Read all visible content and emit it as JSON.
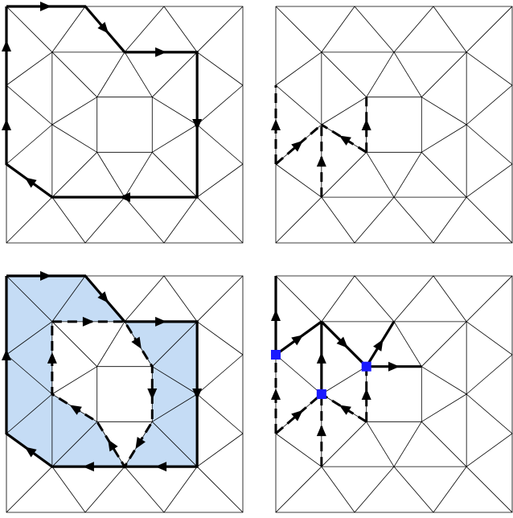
{
  "figure": {
    "panels": [
      {
        "id": "top-left",
        "description_id": "loop-boundary"
      },
      {
        "id": "top-right",
        "description_id": "dashed-flow"
      },
      {
        "id": "bottom-left",
        "description_id": "shaded-region"
      },
      {
        "id": "bottom-right",
        "description_id": "marked-vertices"
      }
    ],
    "colors": {
      "grid": "#000000",
      "region_fill": "#c5dcf5",
      "marker": "#1a1aff"
    }
  }
}
